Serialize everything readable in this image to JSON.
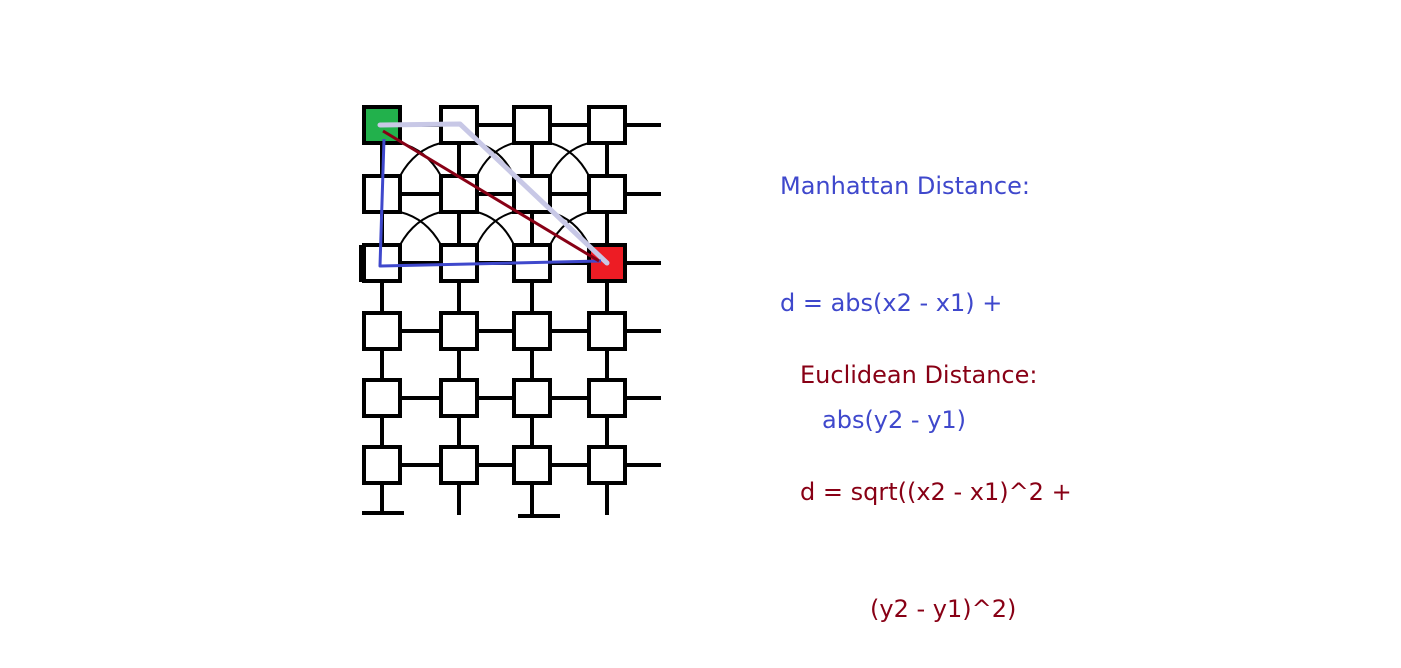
{
  "colors": {
    "background": "#ffffff",
    "grid_stroke": "#000000",
    "node_fill": "#ffffff",
    "start_node_fill": "#22b14c",
    "end_node_fill": "#ed1c24",
    "manhattan_path": "#3f48cc",
    "alternate_path": "#c8c8e6",
    "euclidean_path": "#880015",
    "manhattan_text": "#3f48cc",
    "euclidean_text": "#880015"
  },
  "grid": {
    "rows": 6,
    "cols": 4,
    "start_node": {
      "row": 0,
      "col": 0
    },
    "end_node": {
      "row": 2,
      "col": 3
    }
  },
  "manhattan": {
    "title": "Manhattan Distance:",
    "line1": "d = abs(x2 - x1) +",
    "line2": "abs(y2 - y1)"
  },
  "euclidean": {
    "title": "Euclidean Distance:",
    "line1": "d = sqrt((x2 - x1)^2 +",
    "line2": "(y2 - y1)^2)"
  }
}
